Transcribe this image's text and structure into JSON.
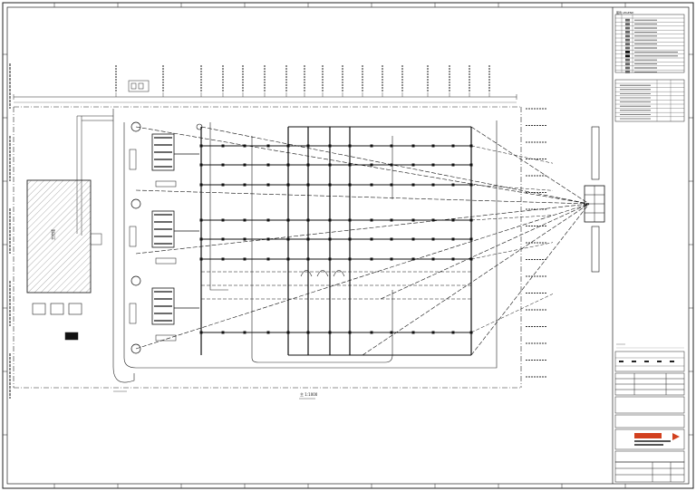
{
  "drawing": {
    "center_caption": "主 1:1000"
  },
  "legend": {
    "title": "图例 LEGEND",
    "rows": 14,
    "dark_rows": [
      8,
      9
    ]
  },
  "plan": {
    "tower_count": 3,
    "breaker_rows": 7,
    "outgoing_feeders": 17
  },
  "title_block": {
    "company_logo": "logo"
  },
  "colors": {
    "line": "#111111",
    "hatch": "#666666",
    "logo_accent": "#d2401e"
  }
}
